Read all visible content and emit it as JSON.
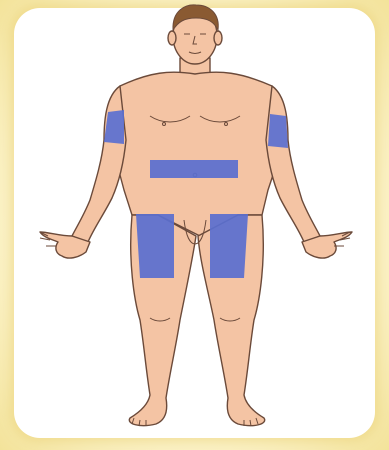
{
  "colors": {
    "background": "#fbf3c8",
    "card": "#ffffff",
    "skin": "#f4c4a4",
    "outline": "#6b4a3a",
    "hair": "#8a5a32",
    "injection_zone": "#5a6fd0"
  },
  "figure": {
    "icon": "human-body-front-icon",
    "injection_sites": [
      "right-upper-arm",
      "left-upper-arm",
      "abdomen",
      "right-thigh",
      "left-thigh"
    ]
  }
}
